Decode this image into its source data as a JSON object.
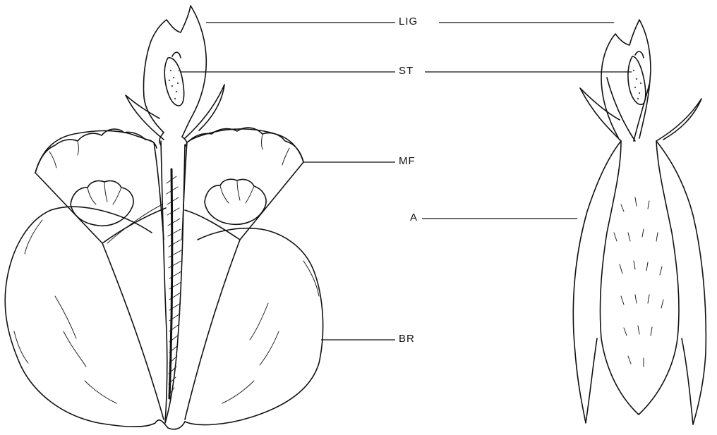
{
  "labels": {
    "lig": "LIG",
    "st": "ST",
    "mf": "MF",
    "a": "A",
    "br": "BR"
  }
}
